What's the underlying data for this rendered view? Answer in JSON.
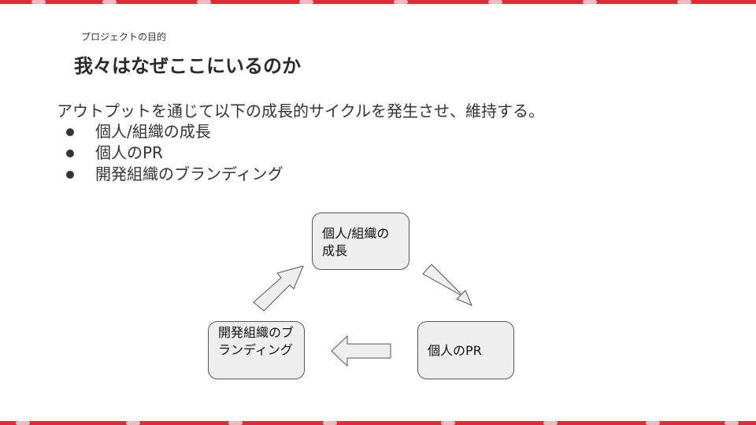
{
  "header": {
    "section_label": "プロジェクトの目的",
    "title": "我々はなぜここにいるのか"
  },
  "body": {
    "lead": "アウトプットを通じて以下の成長的サイクルを発生させ、維持する。",
    "bullets": [
      "個人/組織の成長",
      "個人のPR",
      "開発組織のブランディング"
    ]
  },
  "cycle": {
    "growth": "個人/組織の成長",
    "pr": "個人のPR",
    "branding": "開発組織のブランディング"
  },
  "colors": {
    "band": "#e02a36",
    "node_fill": "#eeeeee",
    "arrow_fill": "#eeeeee",
    "outline": "#555555"
  }
}
